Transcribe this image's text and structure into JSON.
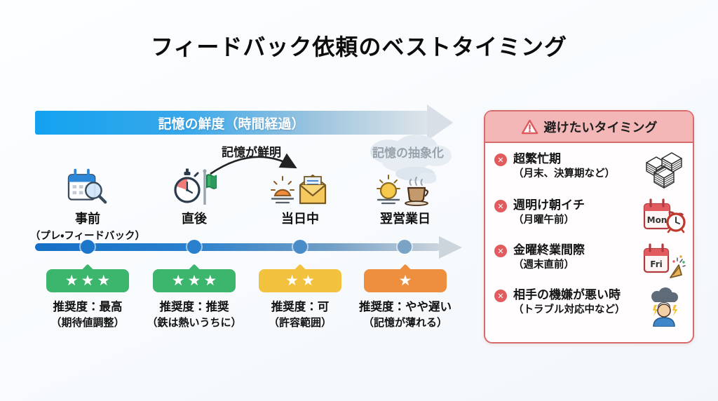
{
  "title": "フィードバック依頼のベストタイミング",
  "banner": {
    "label": "記憶の鮮度（時間経過）"
  },
  "annotations": {
    "fresh": "記憶が鮮明",
    "abstract": "記憶の抽象化"
  },
  "stages": [
    {
      "label": "事前",
      "sublabel": "（プレ・フィードバック）",
      "icon": "calendar-search",
      "stars": "★★★",
      "badge_color": "#3cb56d",
      "rating": "推奨度：最高",
      "note": "（期待値調整）"
    },
    {
      "label": "直後",
      "sublabel": "",
      "icon": "stopwatch-flag",
      "stars": "★★★",
      "badge_color": "#3cb56d",
      "rating": "推奨度：推奨",
      "note": "（鉄は熱いうちに）"
    },
    {
      "label": "当日中",
      "sublabel": "",
      "icon": "sunset-mail",
      "stars": "★★",
      "badge_color": "#f2c23e",
      "rating": "推奨度：可",
      "note": "（許容範囲）"
    },
    {
      "label": "翌営業日",
      "sublabel": "",
      "icon": "sun-coffee",
      "stars": "★",
      "badge_color": "#ee8f40",
      "rating": "推奨度：やや遅い",
      "note": "（記憶が薄れる）"
    }
  ],
  "avoid_panel": {
    "title": "避けたいタイミング",
    "items": [
      {
        "label": "超繁忙期",
        "note": "（月末、決算期など）",
        "icon": "paper-stacks",
        "calendar_text": ""
      },
      {
        "label": "週明け朝イチ",
        "note": "（月曜午前）",
        "icon": "monday-calendar-alarm",
        "calendar_text": "Mon"
      },
      {
        "label": "金曜終業間際",
        "note": "（週末直前）",
        "icon": "friday-calendar-party",
        "calendar_text": "Fri"
      },
      {
        "label": "相手の機嫌が悪い時",
        "note": "（トラブル対応中など）",
        "icon": "stressed-person",
        "calendar_text": ""
      }
    ]
  },
  "colors": {
    "banner_blue": "#12a2f0",
    "timeline_blue": "#1b76c9",
    "timeline_gray": "#ccd4dc",
    "badge_green": "#3cb56d",
    "badge_yellow": "#f2c23e",
    "badge_orange": "#ee8f40",
    "panel_border": "#d96a6c",
    "panel_header_bg": "#f4b7b8",
    "bullet_red": "#e25b5e",
    "abstract_gray_text": "#98a2ac"
  }
}
